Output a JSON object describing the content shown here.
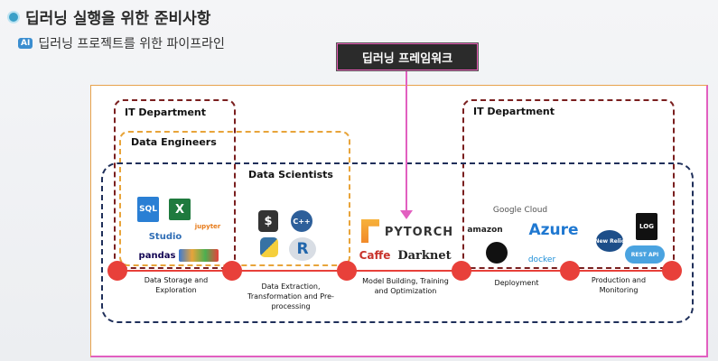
{
  "header": {
    "title": "딥러닝 실행을 위한 준비사항",
    "subtitle_badge": "AI",
    "subtitle": "딥러닝 프로젝트를 위한 파이프라인"
  },
  "callout": {
    "label": "딥러닝 프레임워크"
  },
  "teams": {
    "it_left": "IT Department",
    "data_engineers": "Data Engineers",
    "data_scientists": "Data Scientists",
    "it_right": "IT Department"
  },
  "stages": [
    "Data Storage and Exploration",
    "Data Extraction, Transformation and Pre-processing",
    "Model Building, Training and Optimization",
    "Deployment",
    "Production and Monitoring"
  ],
  "logos": {
    "sql": "SQL",
    "excel": "X",
    "jupyter": "jupyter",
    "rstudio": "Studio",
    "pandas": "pandas",
    "bash": "$",
    "cpp": "C++",
    "r": "R",
    "pytorch": "PYTORCH",
    "caffe": "Caffe",
    "darknet": "Darknet",
    "google_cloud": "Google Cloud",
    "amazon": "amazon",
    "azure": "Azure",
    "docker": "docker",
    "newrelic": "New Relic",
    "log": "LOG",
    "restapi": "REST API"
  },
  "colors": {
    "track": "#e8403a",
    "it_border": "#7a1f1f",
    "engineers_border": "#e8a43a",
    "scientists_border": "#1f2f5a",
    "callout_line": "#e25fc0"
  }
}
